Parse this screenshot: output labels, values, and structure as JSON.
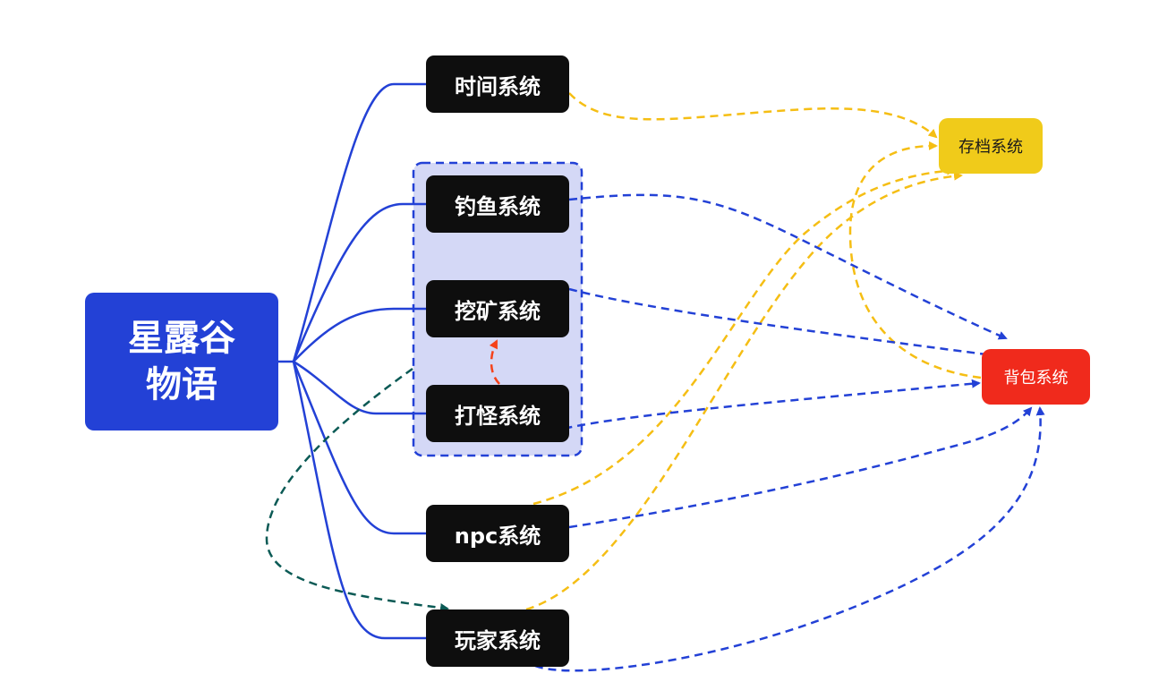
{
  "root": {
    "line1": "星露谷",
    "line2": "物语"
  },
  "systems": {
    "time": "时间系统",
    "fishing": "钓鱼系统",
    "mining": "挖矿系统",
    "combat": "打怪系统",
    "npc": "npc系统",
    "player": "玩家系统"
  },
  "targets": {
    "save": "存档系统",
    "inventory": "背包系统"
  },
  "group": {
    "members": [
      "钓鱼系统",
      "挖矿系统",
      "打怪系统"
    ]
  },
  "colors": {
    "root": "#2341d6",
    "node": "#0e0e0e",
    "group_fill": "#d4d8f6",
    "save": "#f0cb1a",
    "inventory": "#f02a1c",
    "tree_line": "#2341d6",
    "edge_to_inventory": "#2341d6",
    "edge_to_save": "#f5be14",
    "edge_combat_mining": "#f5421a",
    "edge_group_player": "#0b5a55"
  },
  "edges": [
    {
      "from": "时间系统",
      "to": "存档系统",
      "color": "save"
    },
    {
      "from": "npc系统",
      "to": "存档系统",
      "color": "save"
    },
    {
      "from": "玩家系统",
      "to": "存档系统",
      "color": "save"
    },
    {
      "from": "背包系统",
      "to": "存档系统",
      "color": "save"
    },
    {
      "from": "钓鱼系统",
      "to": "背包系统",
      "color": "inventory"
    },
    {
      "from": "挖矿系统",
      "to": "背包系统",
      "color": "inventory"
    },
    {
      "from": "打怪系统",
      "to": "背包系统",
      "color": "inventory"
    },
    {
      "from": "npc系统",
      "to": "背包系统",
      "color": "inventory"
    },
    {
      "from": "玩家系统",
      "to": "背包系统",
      "color": "inventory"
    },
    {
      "from": "打怪系统",
      "to": "挖矿系统",
      "color": "combat_mining"
    },
    {
      "from": "group",
      "to": "玩家系统",
      "color": "group_player"
    }
  ]
}
